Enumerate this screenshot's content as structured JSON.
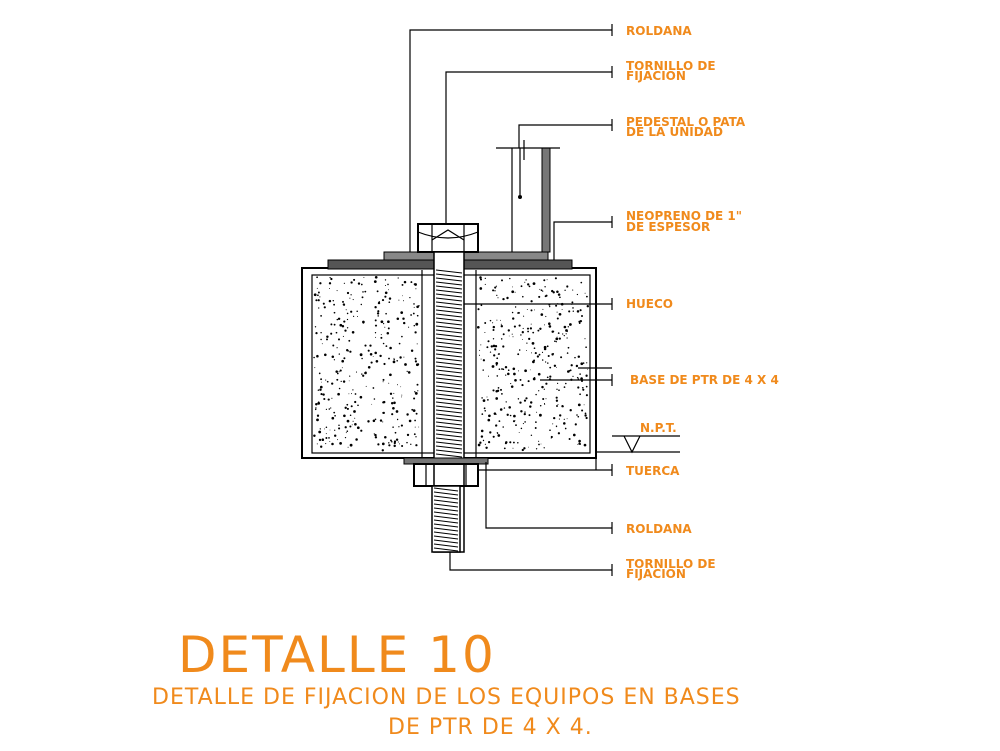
{
  "labels": {
    "roldana_top": "ROLDANA",
    "tornillo_top_1": "TORNILLO DE",
    "tornillo_top_2": "FIJACION",
    "pedestal_1": "PEDESTAL O PATA",
    "pedestal_2": "DE LA UNIDAD",
    "neopreno_1": "NEOPRENO DE 1\"",
    "neopreno_2": "DE ESPESOR",
    "hueco": "HUECO",
    "base": "BASE DE PTR DE 4 X 4",
    "npt": "N.P.T.",
    "tuerca": "TUERCA",
    "roldana_bottom": "ROLDANA",
    "tornillo_bottom_1": "TORNILLO DE",
    "tornillo_bottom_2": "FIJACION"
  },
  "title": "DETALLE 10",
  "subtitle_line1": "DETALLE DE FIJACION DE LOS EQUIPOS EN BASES",
  "subtitle_line2": "DE PTR DE 4 X 4.",
  "colors": {
    "label": "#f08a1c",
    "ink": "#000000",
    "background": "#ffffff"
  }
}
